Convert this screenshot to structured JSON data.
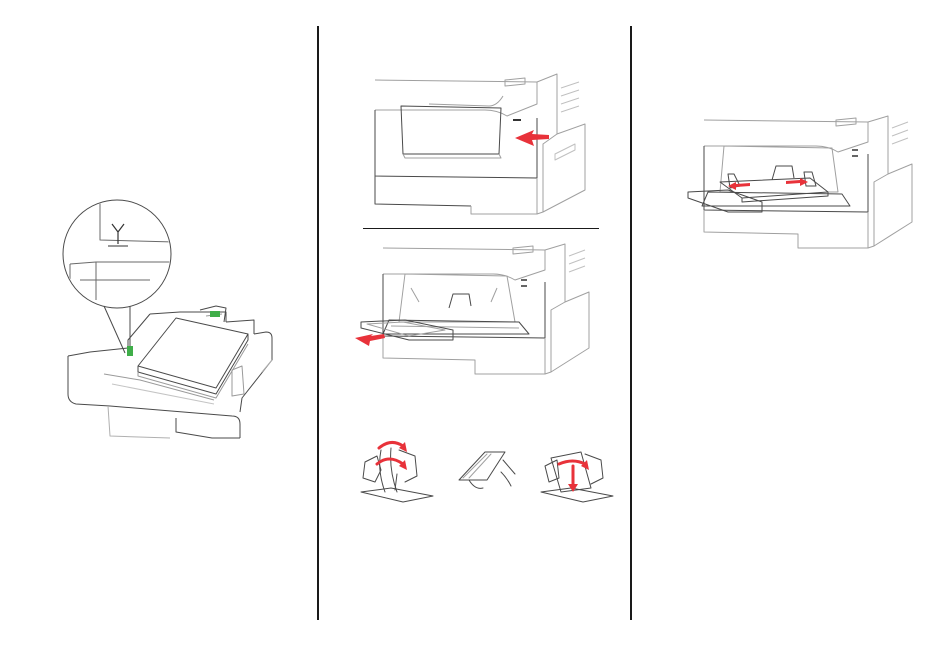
{
  "document": {
    "type": "printer-manual-illustrations",
    "panels": [
      {
        "id": "panel-1",
        "illustration": "paper-tray-with-fill-line-callout-icon"
      },
      {
        "id": "panel-2",
        "illustrations": [
          "open-multipurpose-feeder-icon",
          "pull-out-feeder-extender-icon",
          "flex-fan-align-paper-icon"
        ]
      },
      {
        "id": "panel-3",
        "illustration": "load-paper-in-multipurpose-feeder-icon"
      }
    ]
  },
  "colors": {
    "line": "#4a4a4a",
    "light_line": "#a8a8a8",
    "arrow_red": "#e8323a",
    "indicator_green": "#3fae49",
    "divider": "#1a1a1a"
  }
}
